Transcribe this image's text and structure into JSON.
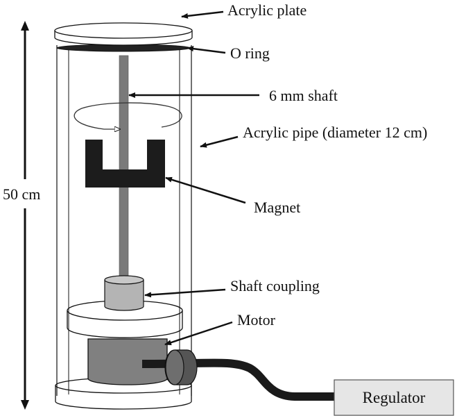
{
  "labels": {
    "acrylic_plate": "Acrylic plate",
    "o_ring": "O ring",
    "shaft": "6 mm shaft",
    "acrylic_pipe": "Acrylic pipe (diameter 12 cm)",
    "height": "50 cm",
    "magnet": "Magnet",
    "shaft_coupling": "Shaft coupling",
    "motor": "Motor",
    "regulator": "Regulator"
  },
  "colors": {
    "outline": "#111111",
    "shaft": "#7a7a7a",
    "magnet": "#1c1c1c",
    "motor": "#808080",
    "coupling": "#b4b4b4",
    "cable": "#1a1a1a",
    "regulator_fill": "#e6e6e6"
  }
}
